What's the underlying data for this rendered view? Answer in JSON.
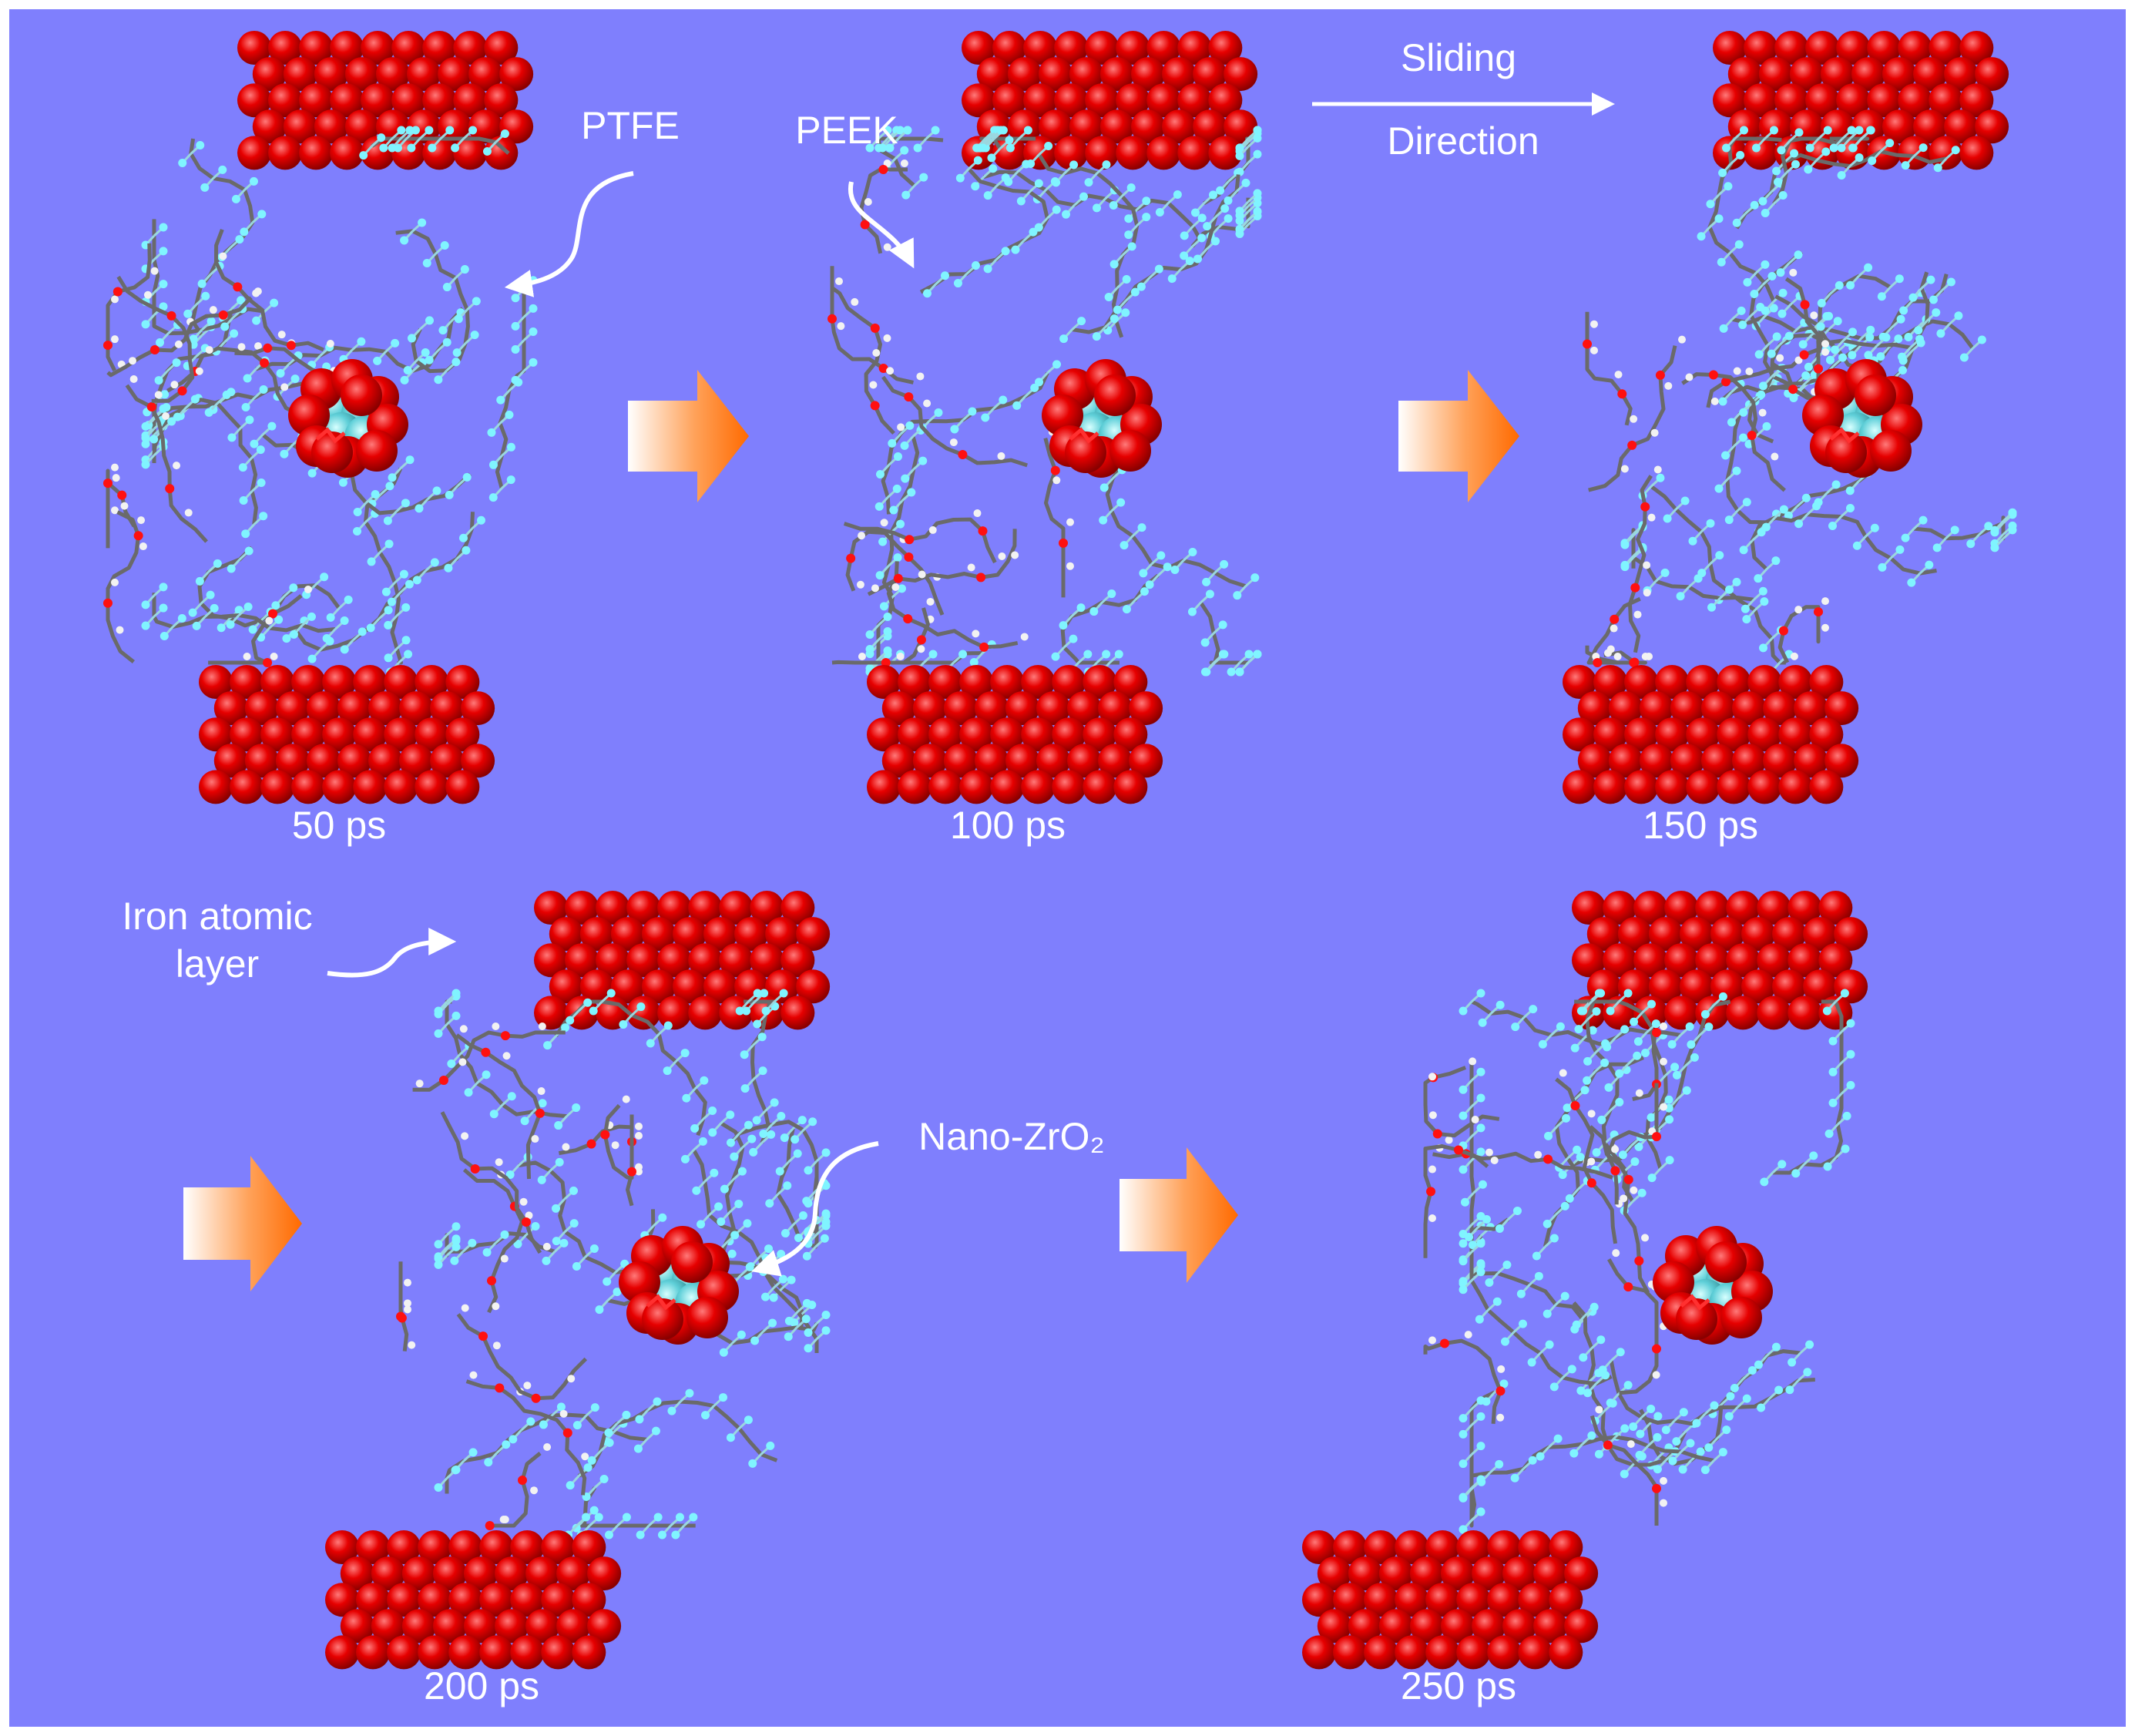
{
  "colors": {
    "background": "#7f7ffd",
    "iron": "#e00000",
    "iron_highlight": "#ff6a6a",
    "zirconium": "#5fd0d8",
    "oxygen": "#e00000",
    "ptfe_fluorine": "#80f4ff",
    "peek_carbon": "#555555",
    "peek_hydrogen": "#f2f2f2",
    "peek_oxygen": "#ff1010",
    "arrow": "#ff7800",
    "text": "#ffffff"
  },
  "labels": {
    "ptfe": "PTFE",
    "peek": "PEEK",
    "sliding": "Sliding",
    "direction": "Direction",
    "iron_line1": "Iron atomic",
    "iron_line2": "layer",
    "nano_zro2": "Nano-ZrO₂"
  },
  "frames": [
    {
      "time": "50 ps"
    },
    {
      "time": "100 ps"
    },
    {
      "time": "150 ps"
    },
    {
      "time": "200 ps"
    },
    {
      "time": "250 ps"
    }
  ],
  "icons": {
    "progress_arrow": "right-block-arrow-icon",
    "callout_arrow": "curved-arrow-icon",
    "sliding_arrow": "right-arrow-icon"
  }
}
